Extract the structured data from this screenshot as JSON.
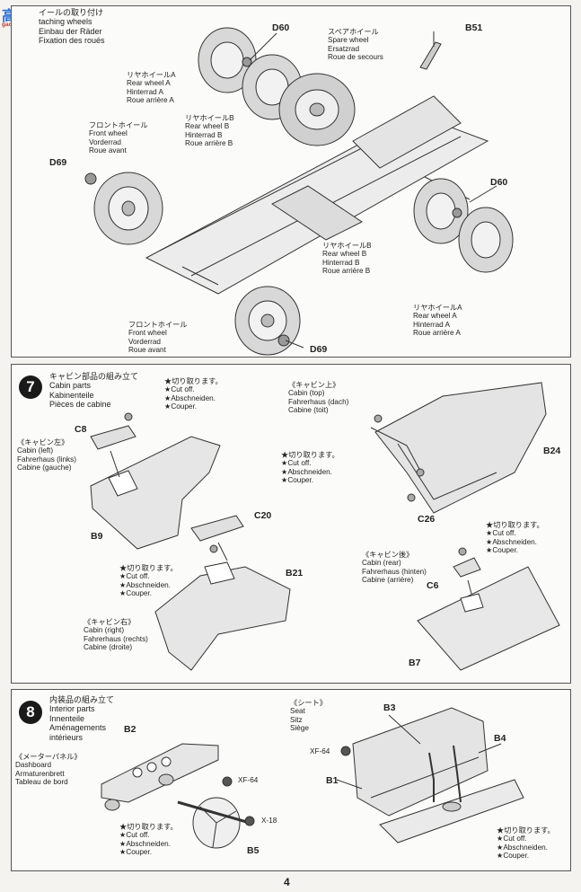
{
  "watermark": {
    "text": "高",
    "subtext": "gao.shouyanit"
  },
  "page_number": "4",
  "step6": {
    "title": [
      "イールの取り付け",
      "taching wheels",
      "Einbau der Räder",
      "Fixation des roués"
    ],
    "parts": {
      "d60a": "D60",
      "b51": "B51",
      "d69a": "D69",
      "d60b": "D60",
      "d69b": "D69"
    },
    "labels": {
      "spare": [
        "スペアホイール",
        "Spare wheel",
        "Ersatzrad",
        "Roue de secours"
      ],
      "rear_a1": [
        "リヤホイールA",
        "Rear wheel A",
        "Hinterrad A",
        "Roue arrière A"
      ],
      "rear_b1": [
        "リヤホイールB",
        "Rear wheel B",
        "Hinterrad B",
        "Roue arrière B"
      ],
      "front1": [
        "フロントホイール",
        "Front wheel",
        "Vorderrad",
        "Roue avant"
      ],
      "rear_b2": [
        "リヤホイールB",
        "Rear wheel B",
        "Hinterrad B",
        "Roue arrière B"
      ],
      "rear_a2": [
        "リヤホイールA",
        "Rear wheel A",
        "Hinterrad A",
        "Roue arrière A"
      ],
      "front2": [
        "フロントホイール",
        "Front wheel",
        "Vorderrad",
        "Roue avant"
      ]
    }
  },
  "step7": {
    "number": "7",
    "title": [
      "キャビン部品の組み立て",
      "Cabin parts",
      "Kabinenteile",
      "Pièces de cabine"
    ],
    "parts": {
      "c8": "C8",
      "b9": "B9",
      "c20": "C20",
      "b21": "B21",
      "c26": "C26",
      "b24": "B24",
      "c6": "C6",
      "b7": "B7"
    },
    "cut1": [
      "★切り取ります。",
      "★Cut off.",
      "★Abschneiden.",
      "★Couper."
    ],
    "cut2": [
      "★切り取ります。",
      "★Cut off.",
      "★Abschneiden.",
      "★Couper."
    ],
    "cut3": [
      "★切り取ります。",
      "★Cut off.",
      "★Abschneiden.",
      "★Couper."
    ],
    "cut4": [
      "★切り取ります。",
      "★Cut off.",
      "★Abschneiden.",
      "★Couper."
    ],
    "cabin_left": [
      "《キャビン左》",
      "Cabin (left)",
      "Fahrerhaus (links)",
      "Cabine (gauche)"
    ],
    "cabin_top": [
      "《キャビン上》",
      "Cabin (top)",
      "Fahrerhaus (dach)",
      "Cabine (toit)"
    ],
    "cabin_right": [
      "《キャビン右》",
      "Cabin (right)",
      "Fahrerhaus (rechts)",
      "Cabine (droite)"
    ],
    "cabin_rear": [
      "《キャビン後》",
      "Cabin (rear)",
      "Fahrerhaus (hinten)",
      "Cabine (arrière)"
    ]
  },
  "step8": {
    "number": "8",
    "title": [
      "内装品の組み立て",
      "Interior parts",
      "Innenteile",
      "Aménagements",
      "intérieurs"
    ],
    "parts": {
      "b2": "B2",
      "xf64a": "XF-64",
      "x18": "X-18",
      "b5": "B5",
      "b3": "B3",
      "b4": "B4",
      "xf64b": "XF-64",
      "b1": "B1"
    },
    "dashboard": [
      "《メーターパネル》",
      "Dashboard",
      "Armaturenbrett",
      "Tableau de bord"
    ],
    "seat": [
      "《シート》",
      "Seat",
      "Sitz",
      "Siège"
    ],
    "cut1": [
      "★切り取ります。",
      "★Cut off.",
      "★Abschneiden.",
      "★Couper."
    ],
    "cut2": [
      "★切り取ります。",
      "★Cut off.",
      "★Abschneiden.",
      "★Couper."
    ]
  }
}
